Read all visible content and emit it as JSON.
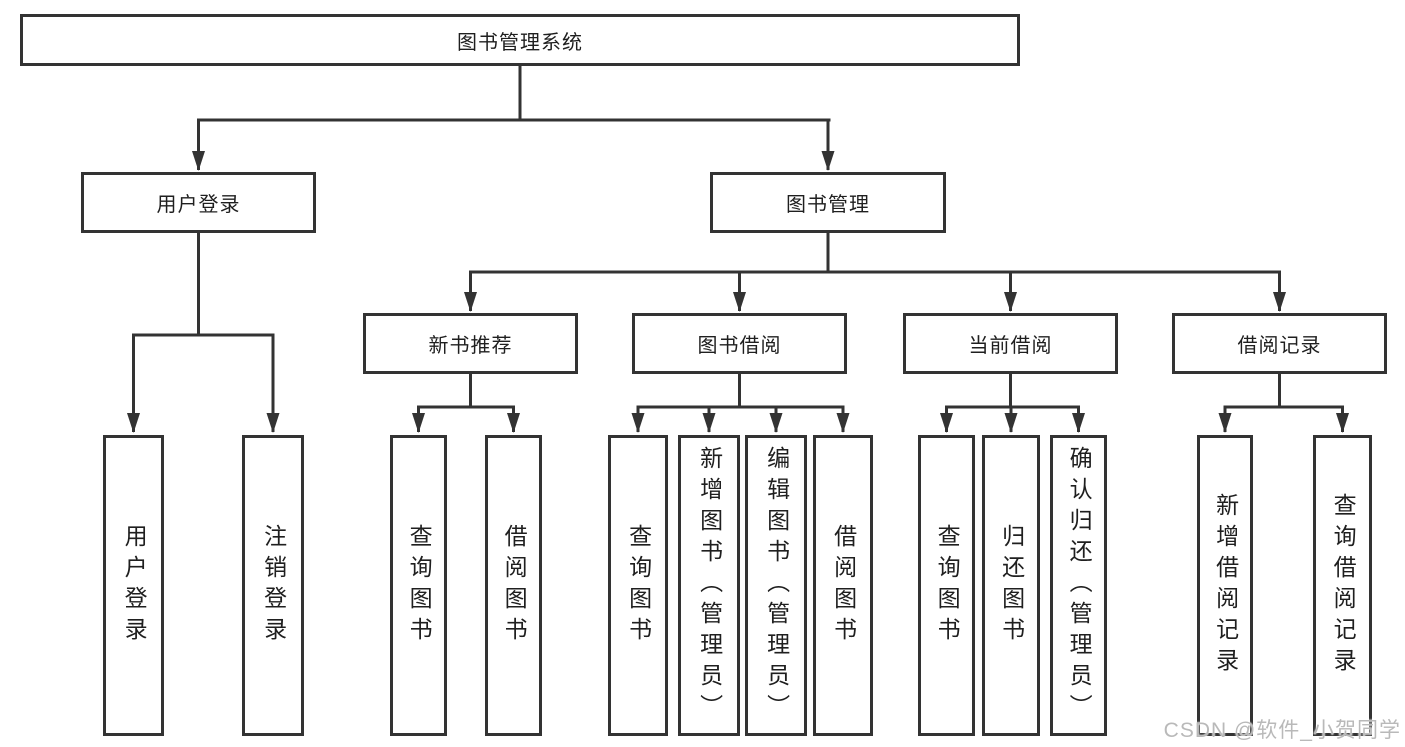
{
  "nodes": {
    "root": {
      "label": "图书管理系统"
    },
    "level2": [
      {
        "label": "用户登录"
      },
      {
        "label": "图书管理"
      }
    ],
    "level3": [
      {
        "label": "新书推荐"
      },
      {
        "label": "图书借阅"
      },
      {
        "label": "当前借阅"
      },
      {
        "label": "借阅记录"
      }
    ],
    "leaves_user_login": [
      {
        "label": "用户登录"
      },
      {
        "label": "注销登录"
      }
    ],
    "leaves_new_book": [
      {
        "label": "查询图书"
      },
      {
        "label": "借阅图书"
      }
    ],
    "leaves_book_borrow": [
      {
        "label": "查询图书"
      },
      {
        "label": "新增图书（管理员）"
      },
      {
        "label": "编辑图书（管理员）"
      },
      {
        "label": "借阅图书"
      }
    ],
    "leaves_current_borrow": [
      {
        "label": "查询图书"
      },
      {
        "label": "归还图书"
      },
      {
        "label": "确认归还（管理员）"
      }
    ],
    "leaves_borrow_records": [
      {
        "label": "新增借阅记录"
      },
      {
        "label": "查询借阅记录"
      }
    ]
  },
  "watermark": "CSDN @软件_小贺同学",
  "colors": {
    "line": "#333333",
    "text": "#1f1f1f",
    "background": "#ffffff",
    "watermark": "#b9b9b9"
  }
}
